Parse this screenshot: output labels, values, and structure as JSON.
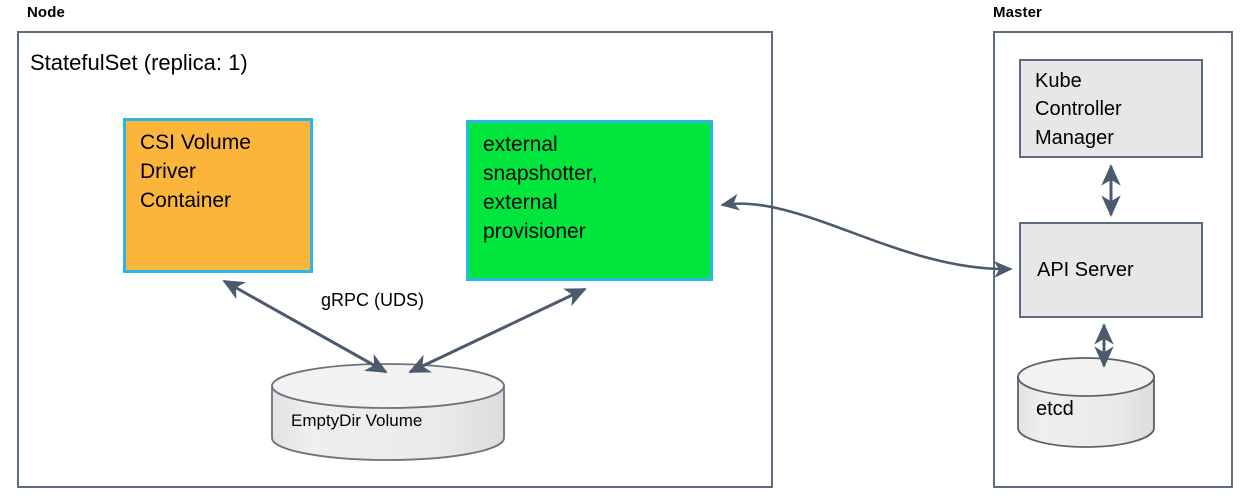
{
  "diagram": {
    "title_node": "Node",
    "title_master": "Master",
    "node": {
      "heading": "StatefulSet (replica: 1)",
      "csi_box": {
        "lines": [
          "CSI Volume",
          "Driver",
          "Container"
        ],
        "fill": "#fcb53b",
        "border": "#29b6e8"
      },
      "sidecar_box": {
        "lines": [
          "external",
          "snapshotter,",
          "external",
          "provisioner"
        ],
        "fill": "#00e63c",
        "border": "#29b6e8"
      },
      "volume": {
        "label": "EmptyDir Volume",
        "fill": "#e7e7e7",
        "border": "#5c6b80"
      },
      "grpc_label": "gRPC (UDS)"
    },
    "master": {
      "kube_controller_manager": {
        "lines": [
          "Kube",
          "Controller",
          "Manager"
        ],
        "fill": "#e7e7e7",
        "border": "#5c6b80"
      },
      "api_server": {
        "label": "API Server",
        "fill": "#e7e7e7",
        "border": "#5c6b80"
      },
      "etcd": {
        "label": "etcd",
        "fill": "#e7e7e7",
        "border": "#5c6b80"
      }
    },
    "colors": {
      "connector": "#4b5a6e",
      "container_border": "#5c6b80",
      "background": "#ffffff"
    },
    "connectors": [
      {
        "name": "csi-to-volume",
        "kind": "double-arrow"
      },
      {
        "name": "sidecar-to-volume",
        "kind": "double-arrow"
      },
      {
        "name": "sidecar-to-apiserver",
        "kind": "double-arrow-curved"
      },
      {
        "name": "kcm-to-apiserver",
        "kind": "double-arrow"
      },
      {
        "name": "apiserver-to-etcd",
        "kind": "double-arrow"
      }
    ]
  }
}
